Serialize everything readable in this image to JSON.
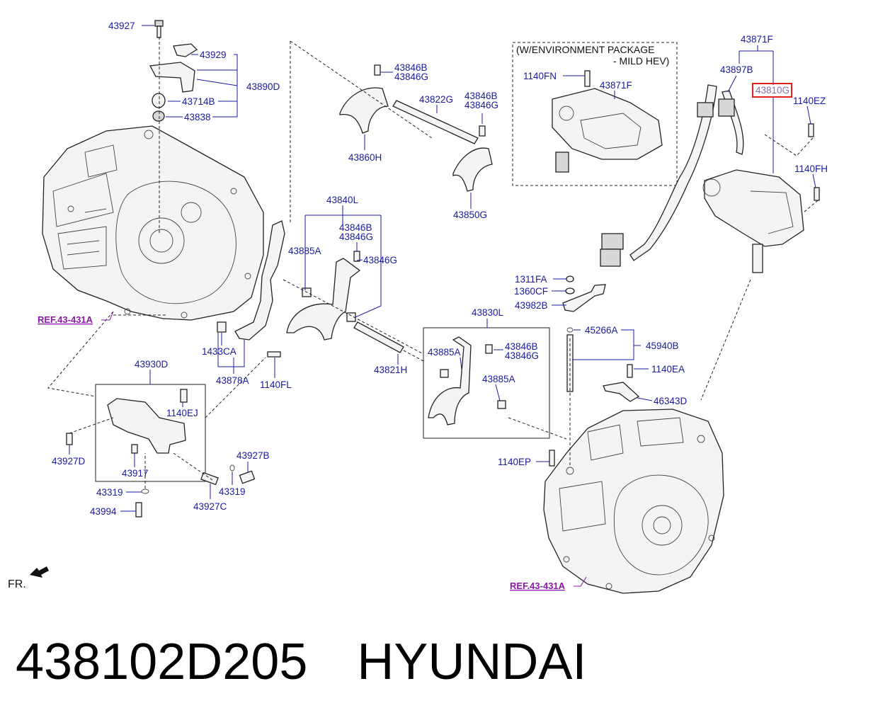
{
  "diagram": {
    "callouts": {
      "c43927": "43927",
      "c43929": "43929",
      "c43890D": "43890D",
      "c43714B": "43714B",
      "c43838": "43838",
      "c43846B_1": "43846B",
      "c43846G_1": "43846G",
      "c43822G": "43822G",
      "c43846B_2": "43846B",
      "c43846G_2": "43846G",
      "c43860H": "43860H",
      "c43850G": "43850G",
      "c1140FN": "1140FN",
      "c43871F_inner": "43871F",
      "c43871F": "43871F",
      "c43897B": "43897B",
      "c43810G": "43810G",
      "c1140EZ": "1140EZ",
      "c1140FH": "1140FH",
      "c43840L": "43840L",
      "c43846B_3": "43846B",
      "c43846G_3": "43846G",
      "c43885A_1": "43885A",
      "c43846G_4": "43846G",
      "c1311FA": "1311FA",
      "c1360CF": "1360CF",
      "c43982B": "43982B",
      "c43830L": "43830L",
      "c43885A_2": "43885A",
      "c43846B_4": "43846B",
      "c43846G_5": "43846G",
      "c43885A_3": "43885A",
      "c45266A": "45266A",
      "c45940B": "45940B",
      "c1140EA": "1140EA",
      "c46343D": "46343D",
      "c1433CA": "1433CA",
      "c43878A": "43878A",
      "c1140FL": "1140FL",
      "c43821H": "43821H",
      "c43930D": "43930D",
      "c1140EJ": "1140EJ",
      "c43927D": "43927D",
      "c43917": "43917",
      "c43927B": "43927B",
      "c43319_1": "43319",
      "c43319_2": "43319",
      "c43927C": "43927C",
      "c43994": "43994",
      "c1140EP": "1140EP"
    },
    "refs": {
      "left": "REF.43-431A",
      "right": "REF.43-431A"
    },
    "note_line1": "(W/ENVIRONMENT PACKAGE",
    "note_line2": "- MILD HEV)",
    "front_label": "FR.",
    "highlight_color": "#e0201c",
    "callout_color": "#1a1aa0",
    "ref_color": "#8a1aa6"
  },
  "caption": {
    "part_number": "438102D205",
    "brand": "HYUNDAI"
  }
}
